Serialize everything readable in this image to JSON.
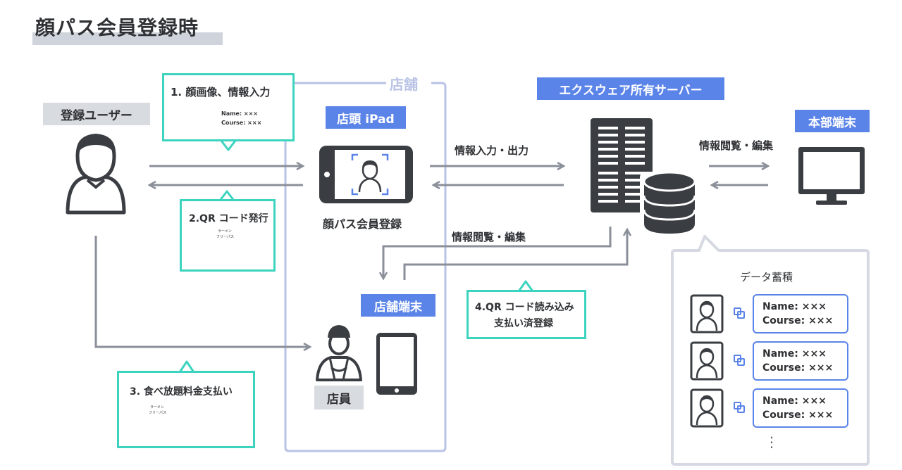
{
  "page_title": "顔パス会員登録時",
  "store_label": "店舗",
  "registered_user": "登録ユーザー",
  "store_ipad": "店頭 iPad",
  "face_pass_registration": "顔パス会員登録",
  "server": "エクスウェア所有サーバー",
  "hq_terminal": "本部端末",
  "store_terminal": "店舗端末",
  "clerk": "店員",
  "step1": "1. 顔画像、情報入力",
  "step1_card_name": "Name: ×××",
  "step1_card_course": "Course: ×××",
  "step2": "2.QR コード発行",
  "step3": "3. 食べ放題料金支払い",
  "step4_line1": "4.QR コード読み込み",
  "step4_line2": "支払い済登録",
  "ticket_text_1": "ラーメン",
  "ticket_text_2": "フリーパス",
  "info_io": "情報入力・出力",
  "info_view_edit_hq": "情報閲覧・編集",
  "info_view_edit_store": "情報閲覧・編集",
  "data_storage": "データ蓄積",
  "records": [
    {
      "name": "Name: ×××",
      "course": "Course: ×××"
    },
    {
      "name": "Name: ×××",
      "course": "Course: ×××"
    },
    {
      "name": "Name: ×××",
      "course": "Course: ×××"
    }
  ],
  "ellipsis": "⋮",
  "colors": {
    "teal": "#3dd4bf",
    "blue": "#5b84e8",
    "store_border": "#b9c3e6",
    "arrow": "#8a8f99",
    "icon": "#3a3d42"
  }
}
